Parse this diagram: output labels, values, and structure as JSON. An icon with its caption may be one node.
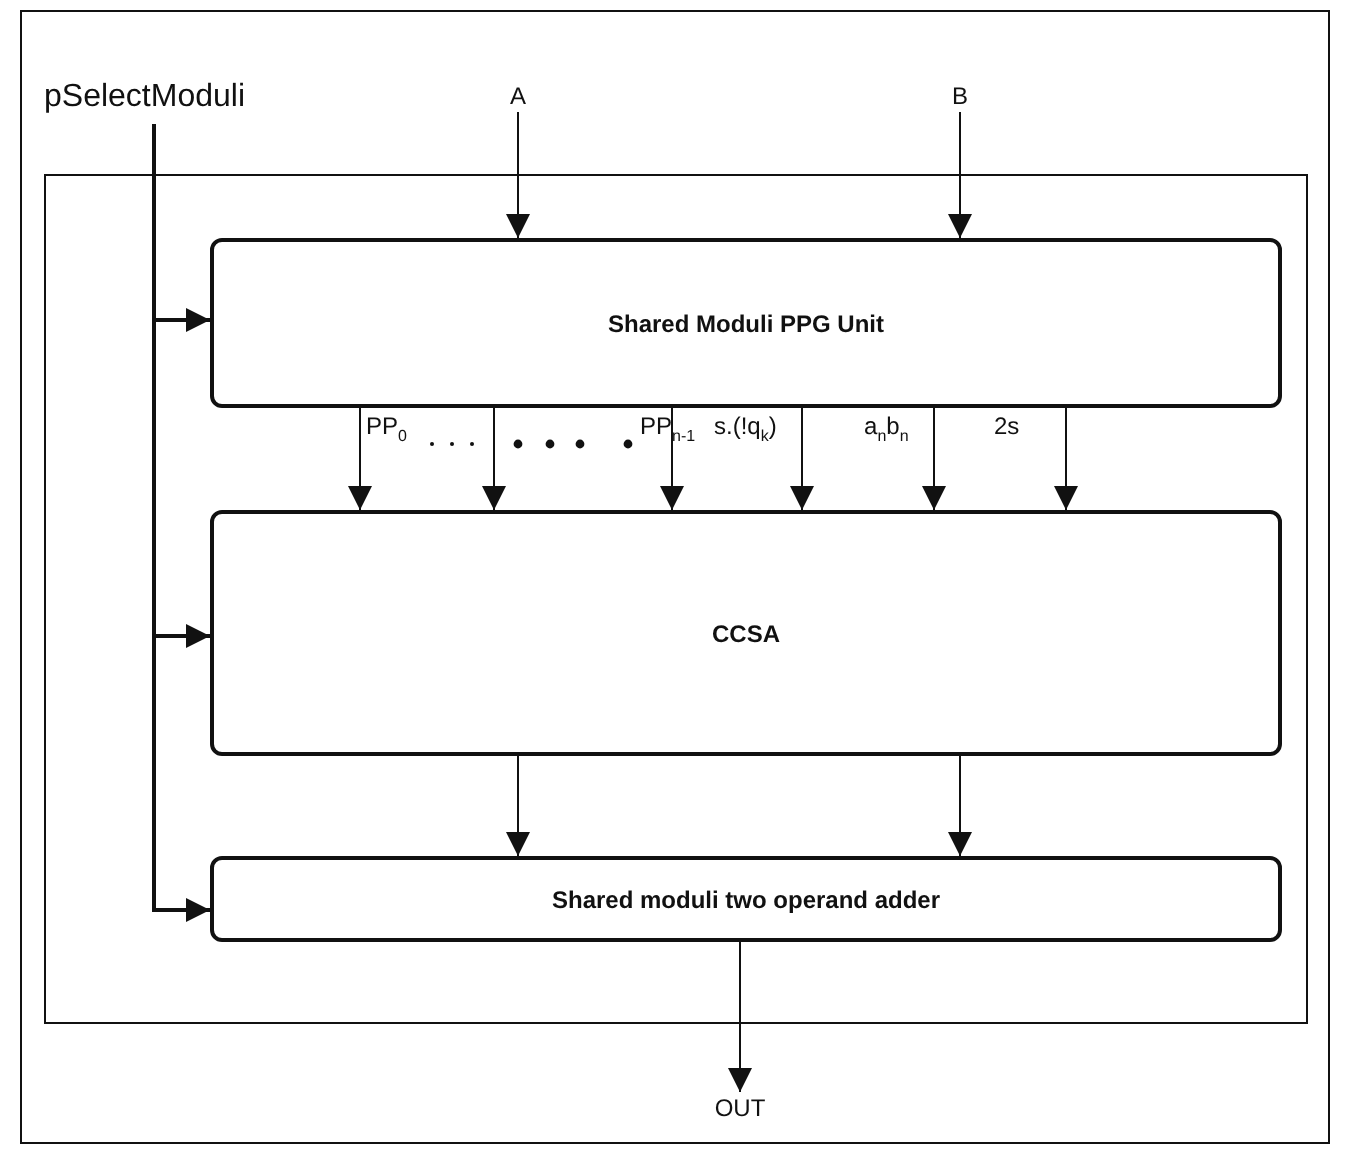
{
  "diagram": {
    "nodes": [
      {
        "text": [],
        "shape": "box"
      },
      {
        "text": [
          "Shared Moduli PPG Unit"
        ],
        "in": 0
      },
      {
        "text": [
          "CCSA"
        ],
        "in": 0
      },
      {
        "text": [
          "Shared moduli two operand adder"
        ],
        "in": 0
      },
      {
        "text": [
          "pSelectModuli"
        ]
      },
      {
        "text": [
          "A"
        ]
      },
      {
        "text": [
          "B"
        ]
      },
      {
        "text": [
          "OUT"
        ]
      }
    ],
    "edges": [
      {
        "from": 5,
        "to": 1,
        "arrow": "to"
      },
      {
        "from": 6,
        "to": 1,
        "arrow": "to"
      },
      {
        "from": 4,
        "to": 1,
        "arrow": "to"
      },
      {
        "from": 4,
        "to": 2,
        "arrow": "to"
      },
      {
        "from": 4,
        "to": 3,
        "arrow": "to"
      },
      {
        "from": 1,
        "to": 2,
        "arrow": "to"
      },
      {
        "from": 1,
        "to": 2,
        "arrow": "to"
      },
      {
        "from": 1,
        "to": 2,
        "arrow": "to"
      },
      {
        "from": 1,
        "to": 2,
        "arrow": "to"
      },
      {
        "from": 1,
        "to": 2,
        "arrow": "to"
      },
      {
        "from": 1,
        "to": 2,
        "arrow": "to"
      },
      {
        "from": 2,
        "to": 3,
        "arrow": "to"
      },
      {
        "from": 2,
        "to": 3,
        "arrow": "to"
      },
      {
        "from": 3,
        "to": 7,
        "arrow": "to"
      }
    ],
    "labels": [
      "PP$_{0}$",
      "PP$_{n-1}$",
      "s.(!q$_{k}$)",
      "a$_{n}$b$_{n}$",
      "2s"
    ]
  }
}
